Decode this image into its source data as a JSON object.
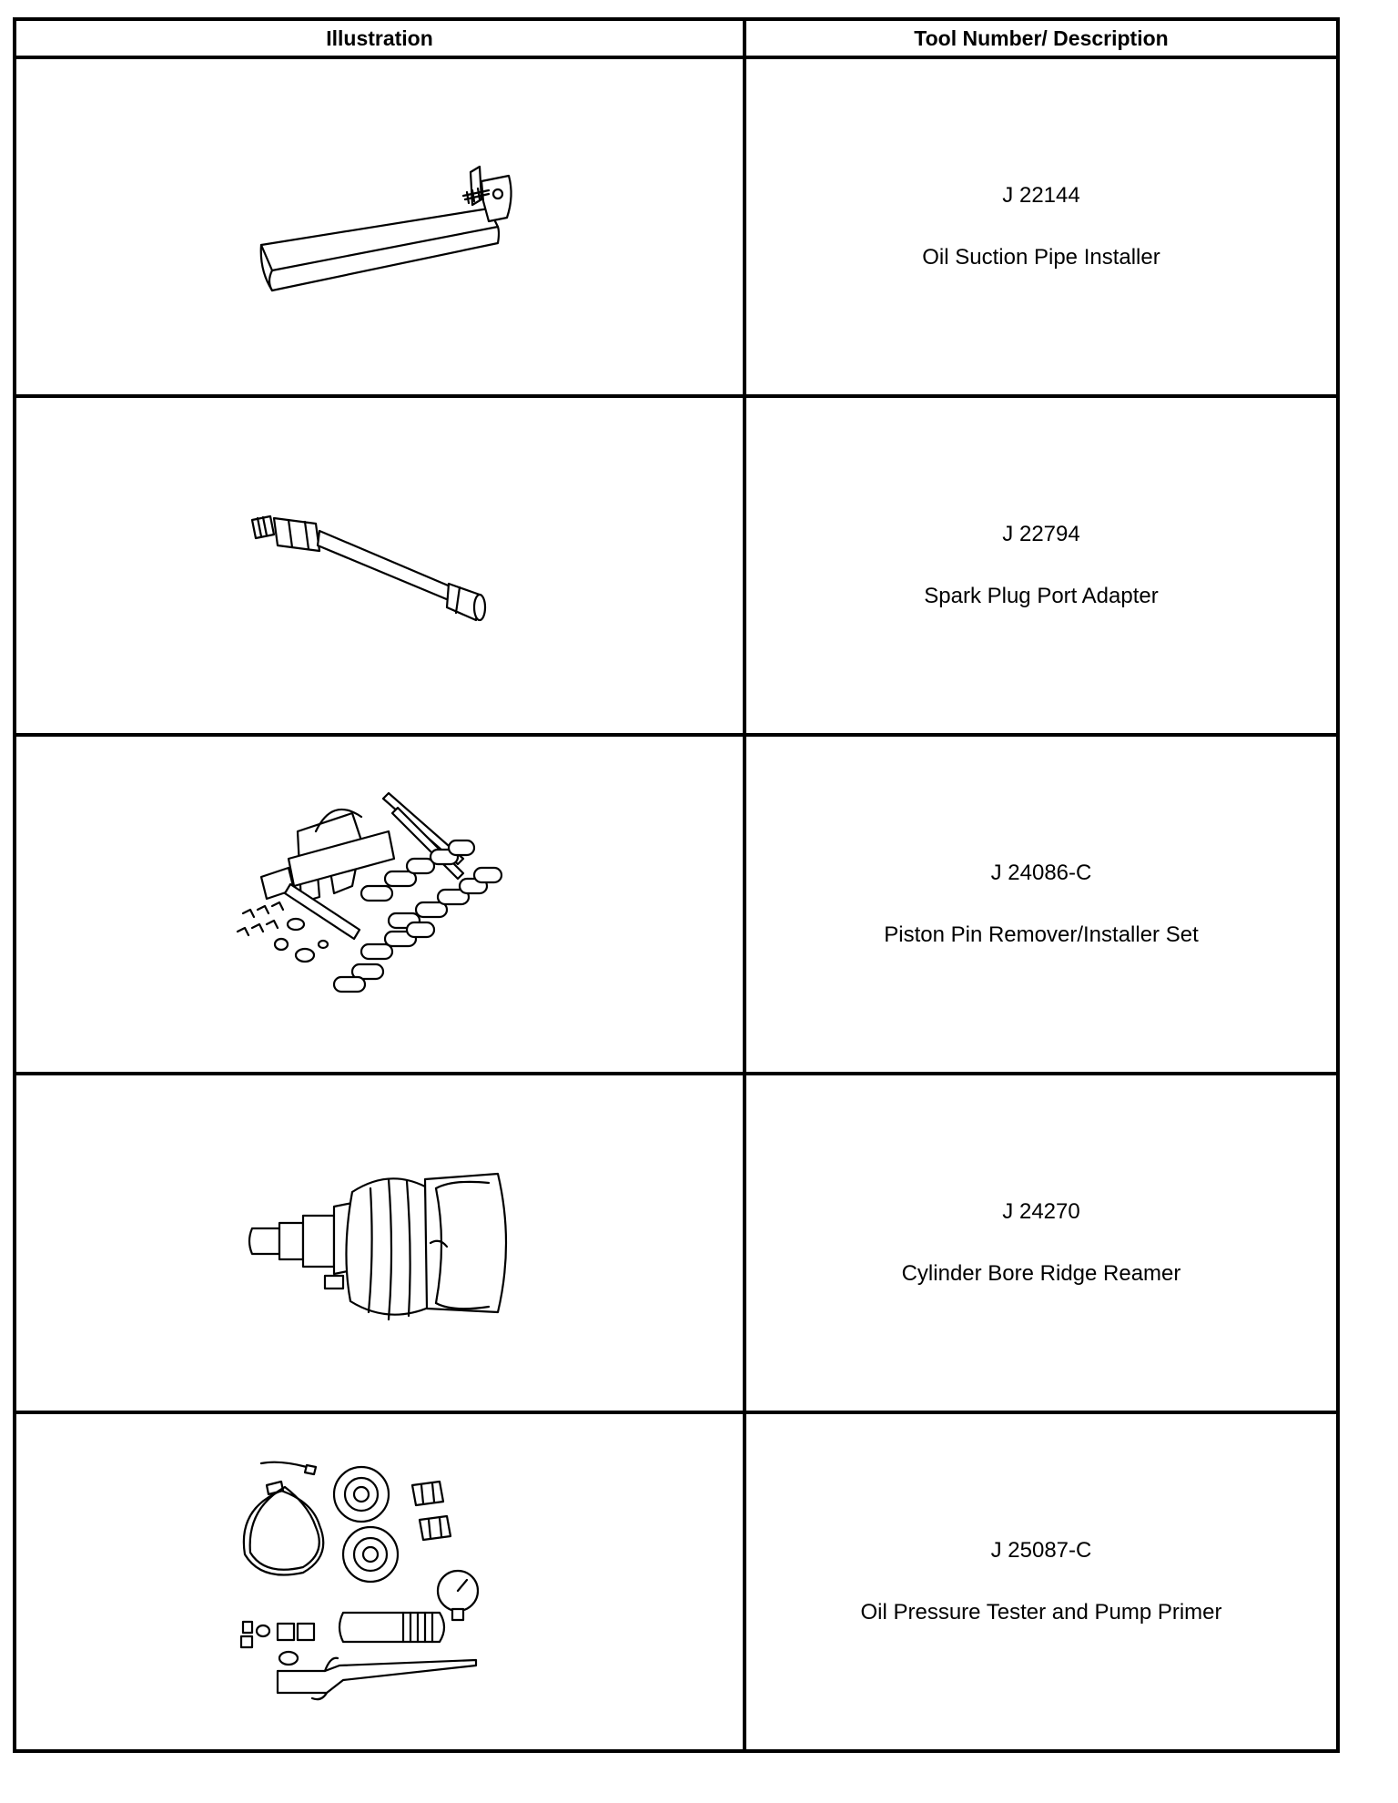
{
  "table": {
    "header_illustration": "Illustration",
    "header_tool": "Tool Number/ Description"
  },
  "rows": [
    {
      "number": "J 22144",
      "description": "Oil Suction Pipe Installer",
      "icon": "oil-suction-pipe-installer-illustration"
    },
    {
      "number": "J 22794",
      "description": "Spark Plug Port Adapter",
      "icon": "spark-plug-port-adapter-illustration"
    },
    {
      "number": "J 24086-C",
      "description": "Piston Pin Remover/Installer Set",
      "icon": "piston-pin-remover-installer-set-illustration"
    },
    {
      "number": "J 24270",
      "description": "Cylinder Bore Ridge Reamer",
      "icon": "cylinder-bore-ridge-reamer-illustration"
    },
    {
      "number": "J 25087-C",
      "description": "Oil Pressure Tester and Pump Primer",
      "icon": "oil-pressure-tester-pump-primer-illustration"
    }
  ]
}
